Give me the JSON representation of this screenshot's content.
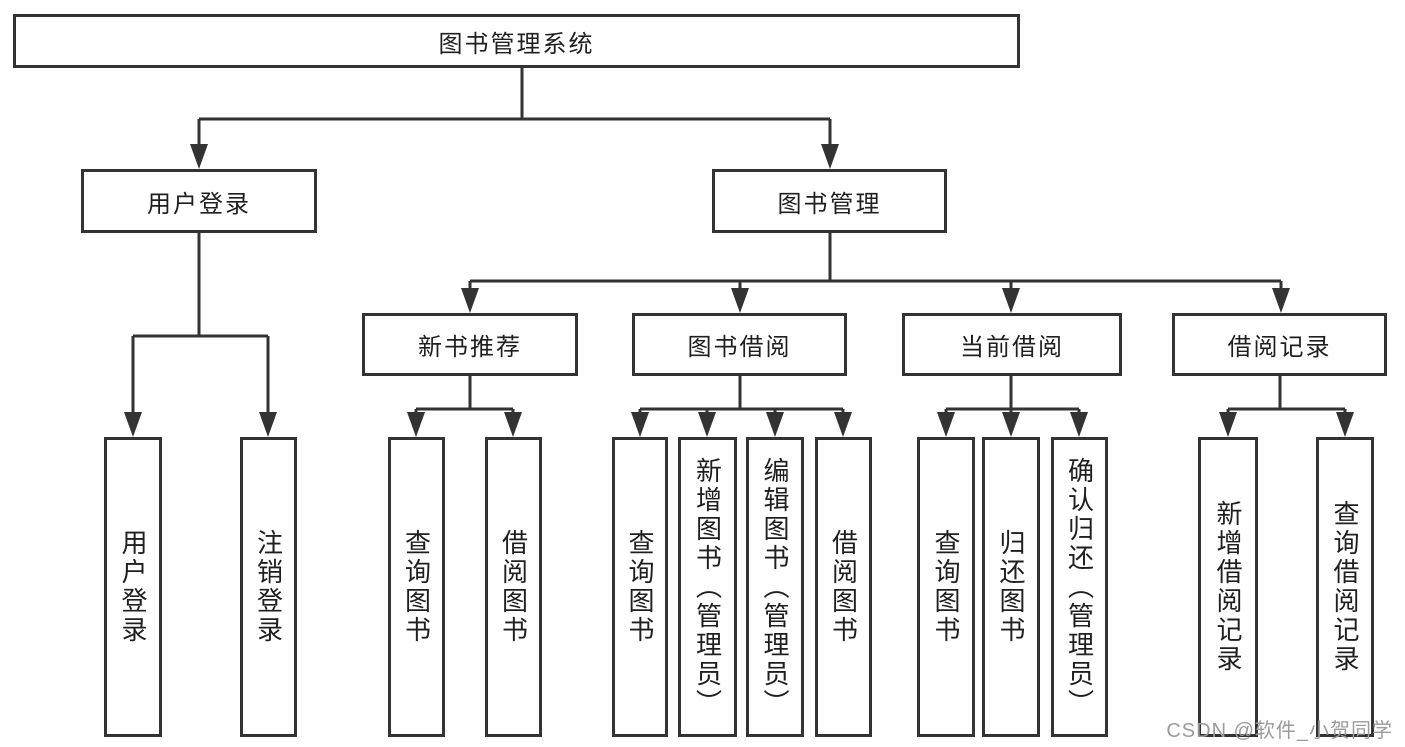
{
  "tree": {
    "root": {
      "label": "图书管理系统"
    },
    "level2": [
      {
        "id": "user-login",
        "label": "用户登录"
      },
      {
        "id": "book-management",
        "label": "图书管理"
      }
    ],
    "level3": [
      {
        "id": "new-book-recommend",
        "parent": "图书管理",
        "label": "新书推荐"
      },
      {
        "id": "book-borrow",
        "parent": "图书管理",
        "label": "图书借阅"
      },
      {
        "id": "current-borrow",
        "parent": "图书管理",
        "label": "当前借阅"
      },
      {
        "id": "borrow-records",
        "parent": "图书管理",
        "label": "借阅记录"
      }
    ],
    "leaves": [
      {
        "parent": "用户登录",
        "label": "用户登录"
      },
      {
        "parent": "用户登录",
        "label": "注销登录"
      },
      {
        "parent": "新书推荐",
        "label": "查询图书"
      },
      {
        "parent": "新书推荐",
        "label": "借阅图书"
      },
      {
        "parent": "图书借阅",
        "label": "查询图书"
      },
      {
        "parent": "图书借阅",
        "label": "新增图书（管理员）"
      },
      {
        "parent": "图书借阅",
        "label": "编辑图书（管理员）"
      },
      {
        "parent": "图书借阅",
        "label": "借阅图书"
      },
      {
        "parent": "当前借阅",
        "label": "查询图书"
      },
      {
        "parent": "当前借阅",
        "label": "归还图书"
      },
      {
        "parent": "当前借阅",
        "label": "确认归还（管理员）"
      },
      {
        "parent": "借阅记录",
        "label": "新增借阅记录"
      },
      {
        "parent": "借阅记录",
        "label": "查询借阅记录"
      }
    ]
  },
  "watermark": {
    "text": "CSDN @软件_小贺同学"
  },
  "colors": {
    "line": "#333333",
    "text": "#1f1f1f",
    "box_bg": "#ffffff",
    "watermark": "#9b9b9b"
  }
}
